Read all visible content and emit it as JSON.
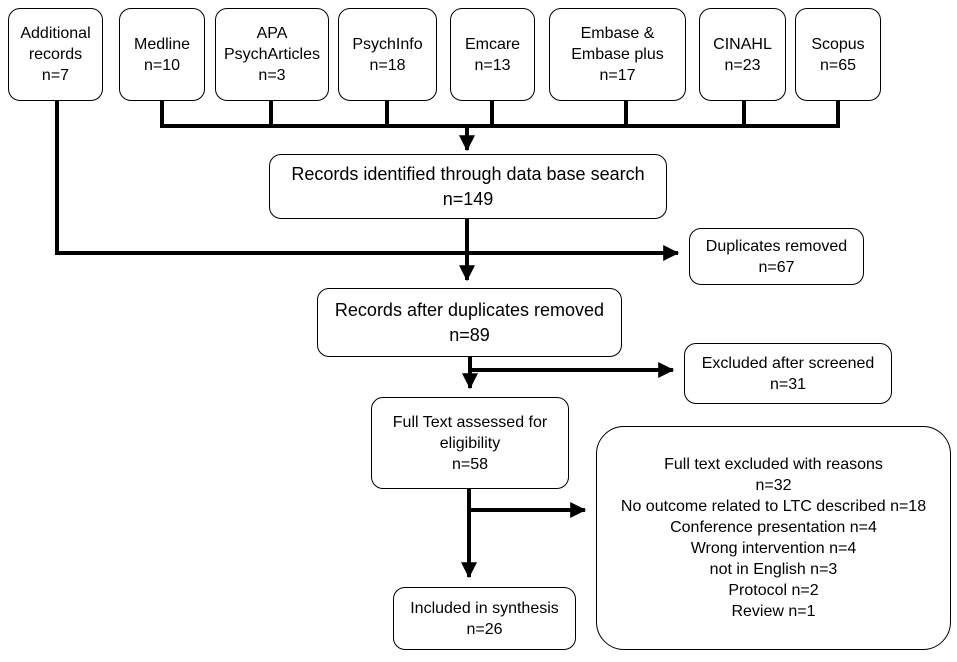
{
  "sources": [
    {
      "id": "additional",
      "lines": [
        "Additional",
        "records",
        "n=7"
      ]
    },
    {
      "id": "medline",
      "lines": [
        "Medline",
        "n=10"
      ]
    },
    {
      "id": "apa",
      "lines": [
        "APA",
        "PsychArticles",
        "n=3"
      ]
    },
    {
      "id": "psychinfo",
      "lines": [
        "PsychInfo",
        "n=18"
      ]
    },
    {
      "id": "emcare",
      "lines": [
        "Emcare",
        "n=13"
      ]
    },
    {
      "id": "embase",
      "lines": [
        "Embase &",
        "Embase plus",
        "n=17"
      ]
    },
    {
      "id": "cinahl",
      "lines": [
        "CINAHL",
        "n=23"
      ]
    },
    {
      "id": "scopus",
      "lines": [
        "Scopus",
        "n=65"
      ]
    }
  ],
  "identified": {
    "lines": [
      "Records identified through data base search",
      "n=149"
    ]
  },
  "duplicates_removed": {
    "lines": [
      "Duplicates removed",
      "n=67"
    ]
  },
  "after_duplicates": {
    "lines": [
      "Records after duplicates removed",
      "n=89"
    ]
  },
  "excluded_screened": {
    "lines": [
      "Excluded after screened",
      "n=31"
    ]
  },
  "full_text": {
    "lines": [
      "Full Text assessed for",
      "eligibility",
      "n=58"
    ]
  },
  "full_text_excluded": {
    "lines": [
      "Full text excluded with reasons",
      "n=32",
      "No outcome related to LTC described n=18",
      "Conference presentation n=4",
      "Wrong intervention n=4",
      "not in English n=3",
      "Protocol n=2",
      "Review n=1"
    ]
  },
  "included": {
    "lines": [
      "Included in synthesis",
      "n=26"
    ]
  }
}
